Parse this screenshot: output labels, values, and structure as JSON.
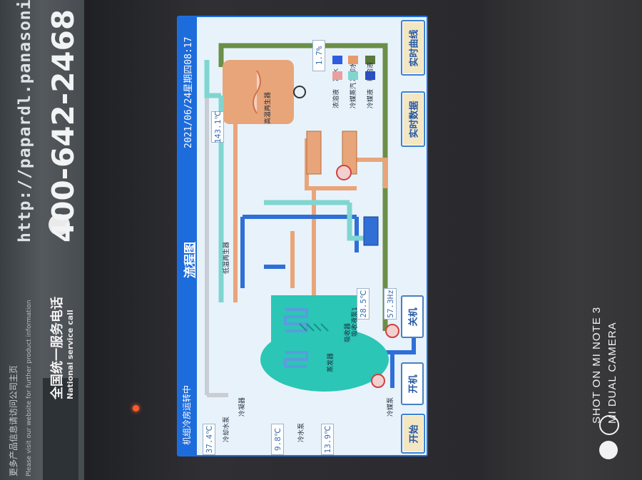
{
  "sticker": {
    "url": "http://papardl.panasonic.c",
    "phone": "400-642-2468",
    "service_label": "全国统一服务电话",
    "service_label_en": "National service call",
    "more_info": "更多产品信息请访问公司主页",
    "more_info_en": "Please visit our website for further product information"
  },
  "hmi": {
    "status": "机组冷房运转中",
    "title": "流程图",
    "datetime": "2021/06/24星期四08:17",
    "readouts": {
      "cooling_water_temp": "37.4",
      "chilled_out_temp": "9.8",
      "chilled_in_temp": "13.9",
      "hg_generator_temp": "143.1",
      "absorber_temp": "28.5",
      "pump_freq": "57.3",
      "valve_pct": "1.7"
    },
    "units": {
      "temp": "℃",
      "freq": "Hz",
      "pct": "%"
    },
    "labels": {
      "cooling_water_pump": "冷却水泵",
      "condenser": "冷凝器",
      "chilled_water_pump": "冷水泵",
      "low_temp_generator": "低温再生器",
      "high_temp_generator": "高温再生器",
      "absorber": "吸收器",
      "evaporator": "蒸发器",
      "solution_pump": "吸收液泵1",
      "refrigerant_pump": "冷媒泵"
    },
    "legend": [
      {
        "label": "冷水",
        "color": "#2f5de0"
      },
      {
        "label": "冷却水",
        "color": "#e8a0a0"
      },
      {
        "label": "浓溶液",
        "color": "#e89a6a"
      },
      {
        "label": "冷媒蒸汽",
        "color": "#7fd6d0"
      },
      {
        "label": "稀溶液",
        "color": "#5a7a3a"
      },
      {
        "label": "冷媒液",
        "color": "#2a4fc0"
      }
    ],
    "buttons": {
      "realtime_curve": "实时曲线",
      "realtime_data": "实时数据",
      "stop": "关机",
      "start": "开机",
      "begin": "开始"
    }
  },
  "camera": {
    "watermark_line1": "SHOT ON MI NOTE 3",
    "watermark_line2": "MI DUAL CAMERA"
  }
}
